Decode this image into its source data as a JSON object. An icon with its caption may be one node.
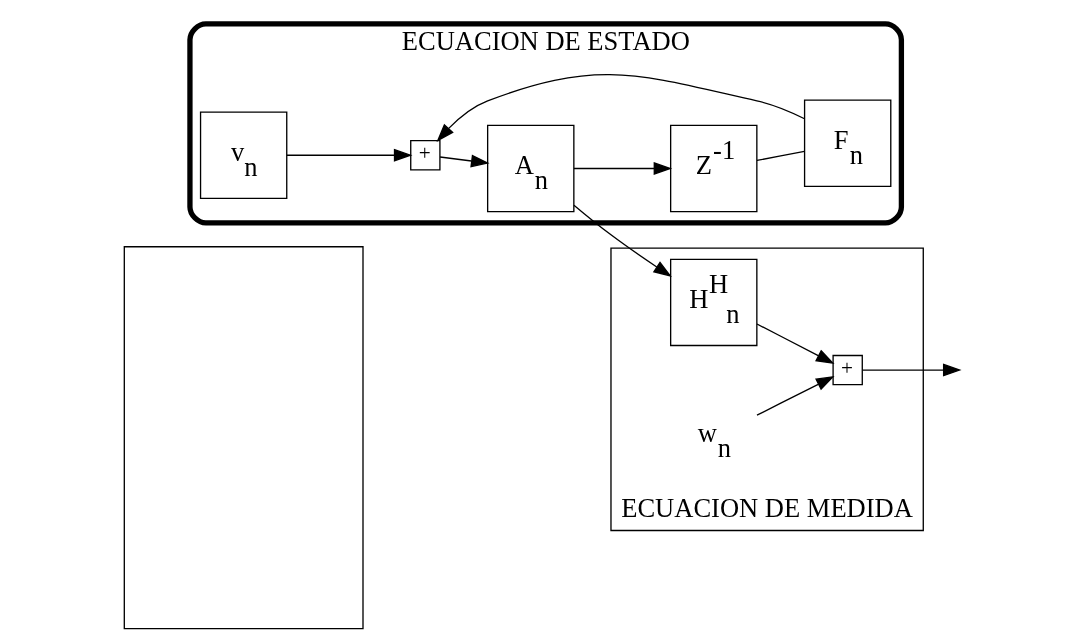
{
  "diagram": {
    "nodes": [
      {
        "text": [],
        "shape": "box"
      },
      {
        "text": [
          "ECUACION DE MEDIDA"
        ]
      },
      {
        "text": [
          "ECUACION DE ESTADO"
        ]
      },
      {
        "text": [
          "v$_{n}$"
        ],
        "in": 2
      },
      {
        "text": [
          "+"
        ],
        "in": 2
      },
      {
        "text": [
          "A$_{n}$"
        ],
        "in": 2
      },
      {
        "text": [
          "H$^{H}$$_{n}$"
        ],
        "in": 1
      },
      {
        "text": [
          "w$_{n}$"
        ],
        "in": 1
      },
      {
        "text": [
          "+"
        ],
        "in": 1
      },
      {
        "text": [
          "F$_{n}$"
        ],
        "in": 2
      },
      {
        "text": [
          "Z$^{-1}$"
        ],
        "in": 2
      }
    ],
    "edges": [
      {
        "from": 3,
        "to": 4,
        "arrow": "to"
      },
      {
        "from": 4,
        "to": 5,
        "arrow": "to"
      },
      {
        "from": 5,
        "to": 10,
        "arrow": "to"
      },
      {
        "from": 10,
        "to": 9,
        "arrow": "none"
      },
      {
        "from": 9,
        "to": 4,
        "arrow": "to"
      },
      {
        "from": 5,
        "to": 6,
        "arrow": "to"
      },
      {
        "from": 6,
        "to": 8,
        "arrow": "to"
      },
      {
        "from": 7,
        "to": 8,
        "arrow": "to"
      },
      {
        "from": 8,
        "to": null,
        "arrow": "to"
      }
    ]
  }
}
